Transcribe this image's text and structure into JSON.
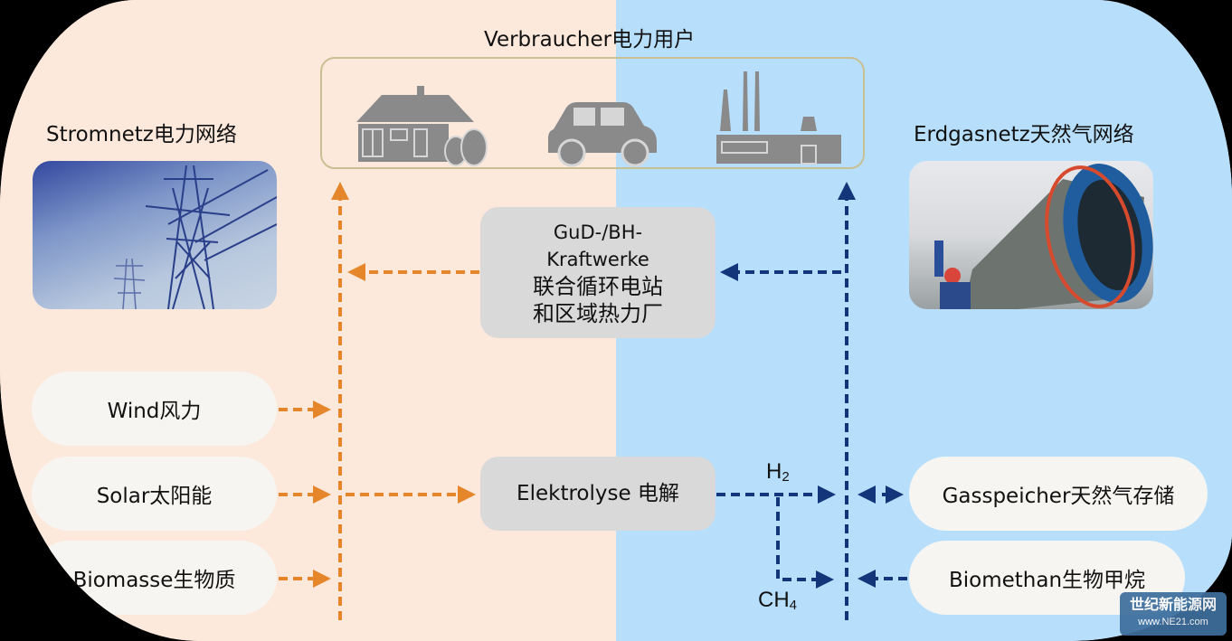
{
  "colors": {
    "electricity_side_bg": "#fde9dc",
    "gas_side_bg": "#b7dffc",
    "electricity_flow": "#e6862a",
    "gas_flow": "#13357a",
    "source_pill": "#f7f5f1",
    "process_box": "#d9d9d9",
    "consumer_border": "#c8bf93",
    "icon_gray": "#8a8a8a"
  },
  "consumers": {
    "title": "Verbraucher电力用户",
    "icons": [
      "house-icon",
      "car-icon",
      "factory-icon"
    ]
  },
  "electricity_grid": {
    "title": "Stromnetz电力网络",
    "photo": "power-pylons-photo"
  },
  "gas_grid": {
    "title": "Erdgasnetz天然气网络",
    "photo": "gas-pipeline-photo"
  },
  "power_plants": {
    "line1": "GuD-/BH-",
    "line2": "Kraftwerke",
    "line3": "联合循环电站",
    "line4": "和区域热力厂"
  },
  "electrolysis": {
    "label": "Elektrolyse 电解"
  },
  "sources": [
    {
      "label": "Wind风力"
    },
    {
      "label": "Solar太阳能"
    },
    {
      "label": "Biomasse生物质"
    }
  ],
  "gas_sources": [
    {
      "label": "Gasspeicher天然气存储"
    },
    {
      "label": "Biomethan生物甲烷"
    }
  ],
  "products": {
    "h2": {
      "base": "H",
      "sub": "2"
    },
    "ch4": {
      "base": "CH",
      "sub": "4"
    }
  },
  "watermark": {
    "name": "世纪新能源网",
    "url": "www.NE21.com"
  }
}
